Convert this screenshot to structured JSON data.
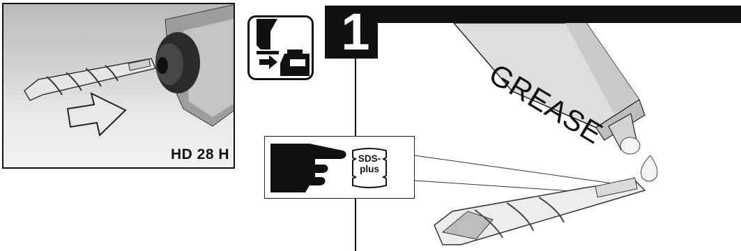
{
  "left_panel": {
    "model": "HD 28 H"
  },
  "step": {
    "number": "1"
  },
  "info_box": {
    "sds_line1": "SDS-",
    "sds_line2": "plus"
  },
  "grease_tube": {
    "label": "GREASE"
  },
  "colors": {
    "ink": "#111111",
    "tube_fill": "#dcdcdc",
    "drill_grey": "#c8c8c8"
  },
  "icons": [
    "drill-bit-insert-illustration",
    "arrow-right-icon",
    "battery-icon",
    "pointing-hand-icon",
    "sds-plus-shank-icon",
    "grease-tube-illustration",
    "drill-bit-illustration"
  ]
}
